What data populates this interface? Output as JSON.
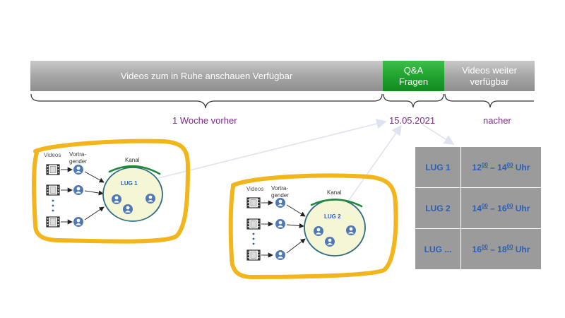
{
  "timeline": {
    "main_label": "Videos zum in Ruhe anschauen Verfügbar",
    "qa_label_line1": "Q&A",
    "qa_label_line2": "Fragen",
    "after_label_line1": "Videos weiter",
    "after_label_line2": "verfügbar",
    "before_caption": "1 Woche vorher",
    "date_caption": "15.05.2021",
    "after_caption": "nacher",
    "caption_color": "#7b2a86"
  },
  "groups": [
    {
      "videos_label": "Videos",
      "speakers_label_line1": "Vortra-",
      "speakers_label_line2": "gender",
      "channel_label": "Kanal",
      "lug_label": "LUG 1"
    },
    {
      "videos_label": "Videos",
      "speakers_label_line1": "Vortra-",
      "speakers_label_line2": "gender",
      "channel_label": "Kanal",
      "lug_label": "LUG 2"
    }
  ],
  "schedule": [
    {
      "lug": "LUG 1",
      "start_hour": "12",
      "start_min": "00",
      "end_hour": "14",
      "end_min": "00",
      "unit": "Uhr"
    },
    {
      "lug": "LUG 2",
      "start_hour": "14",
      "start_min": "00",
      "end_hour": "16",
      "end_min": "00",
      "unit": "Uhr"
    },
    {
      "lug": "LUG ...",
      "start_hour": "16",
      "start_min": "00",
      "end_hour": "18",
      "end_min": "00",
      "unit": "Uhr"
    }
  ],
  "colors": {
    "frame_yellow": "#f2b51b",
    "circle_fill": "#f4f6d6",
    "circle_stroke": "#2e6a83",
    "arc_green": "#218a3a",
    "person_blue": "#4f78b5",
    "table_bg": "#9b9b9b",
    "table_text": "#2d5db5"
  }
}
